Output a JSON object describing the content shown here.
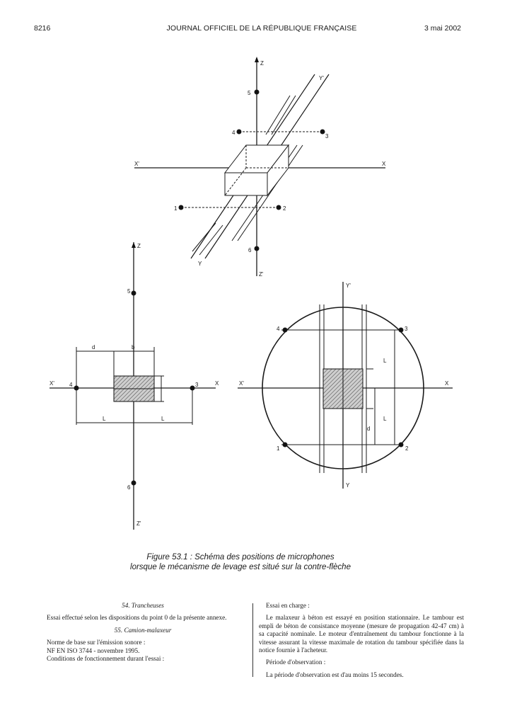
{
  "header": {
    "page_number": "8216",
    "title": "JOURNAL OFFICIEL DE LA RÉPUBLIQUE FRANÇAISE",
    "date": "3 mai 2002"
  },
  "figure": {
    "caption_line1": "Figure 53.1 : Schéma des positions de microphones",
    "caption_line2": "lorsque le mécanisme de levage est situé sur la contre-flèche",
    "iso": {
      "z": "Z",
      "z_prime": "Z'",
      "x": "X",
      "x_prime": "X'",
      "y": "Y",
      "y_prime": "Y'",
      "p1": "1",
      "p2": "2",
      "p3": "3",
      "p4": "4",
      "p5": "5",
      "p6": "6"
    },
    "front": {
      "z": "Z",
      "z_prime": "Z'",
      "x": "X",
      "x_prime": "X'",
      "p3": "3",
      "p4": "4",
      "p5": "5",
      "p6": "6",
      "dim_d": "d",
      "dim_b": "b",
      "dim_L1": "L",
      "dim_L2": "L"
    },
    "top": {
      "x": "X",
      "x_prime": "X'",
      "y": "Y",
      "y_prime": "Y'",
      "p1": "1",
      "p2": "2",
      "p3": "3",
      "p4": "4",
      "dim_L1": "L",
      "dim_L2": "L",
      "dim_d": "d"
    }
  },
  "left_column": {
    "heading54": "54. Trancheuses",
    "para54": "Essai effectué selon les dispositions du point 0 de la présente annexe.",
    "heading55": "55. Camion-malaxeur",
    "line1": "Norme de base sur l'émission sonore :",
    "line2": "NF EN ISO 3744 - novembre 1995.",
    "line3": "Conditions de fonctionnement durant l'essai :"
  },
  "right_column": {
    "line1": "Essai en charge :",
    "para1": "Le malaxeur à béton est essayé en position stationnaire. Le tambour est empli de béton de consistance moyenne (mesure de propagation 42-47 cm) à sa capacité nominale. Le moteur d'entraînement du tambour fonctionne à la vitesse assurant la vitesse maximale de rotation du tambour spécifiée dans la notice fournie à l'acheteur.",
    "line2": "Période d'observation :",
    "para2": "La période d'observation est d'au moins 15 secondes."
  }
}
